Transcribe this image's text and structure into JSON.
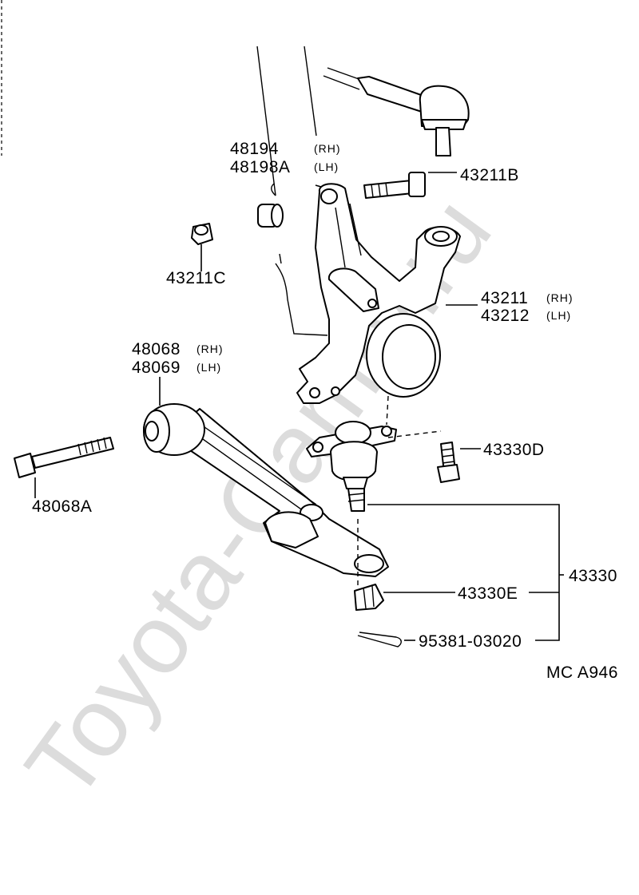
{
  "watermark": "Toyota-Camry.ru",
  "diagram_code": "MC  A946",
  "parts": {
    "p48194": "48194",
    "p48194_side": "(RH)",
    "p48198A": "48198A",
    "p48198A_side": "(LH)",
    "p43211B": "43211B",
    "p43211C": "43211C",
    "p43211": "43211",
    "p43211_side": "(RH)",
    "p43212": "43212",
    "p43212_side": "(LH)",
    "p48068": "48068",
    "p48068_side": "(RH)",
    "p48069": "48069",
    "p48069_side": "(LH)",
    "p48068A": "48068A",
    "p43330D": "43330D",
    "p43330": "43330",
    "p43330E": "43330E",
    "p95381": "95381-03020"
  }
}
